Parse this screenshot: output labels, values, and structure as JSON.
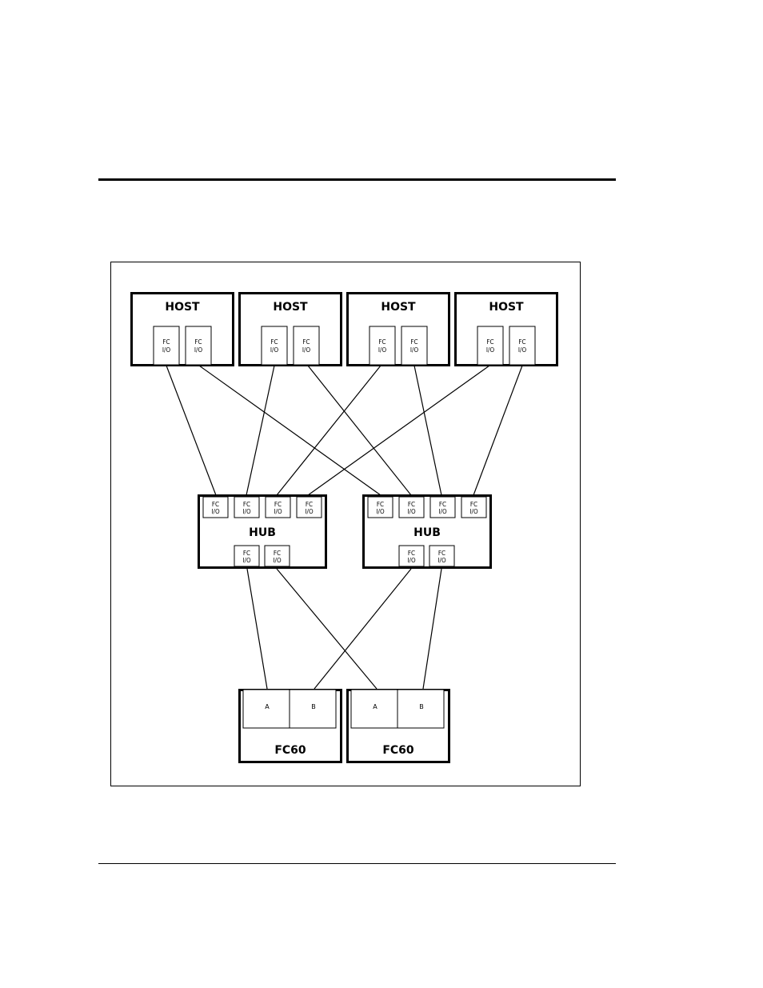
{
  "diagram": {
    "host_label": "HOST",
    "hub_label": "HUB",
    "storage_label": "FC60",
    "port_line1": "FC",
    "port_line2": "I/O",
    "controller_a": "A",
    "controller_b": "B",
    "hosts": [
      "host-1",
      "host-2",
      "host-3",
      "host-4"
    ],
    "hubs": [
      "hub-1",
      "hub-2"
    ],
    "storage_units": [
      "fc60-1",
      "fc60-2"
    ]
  }
}
